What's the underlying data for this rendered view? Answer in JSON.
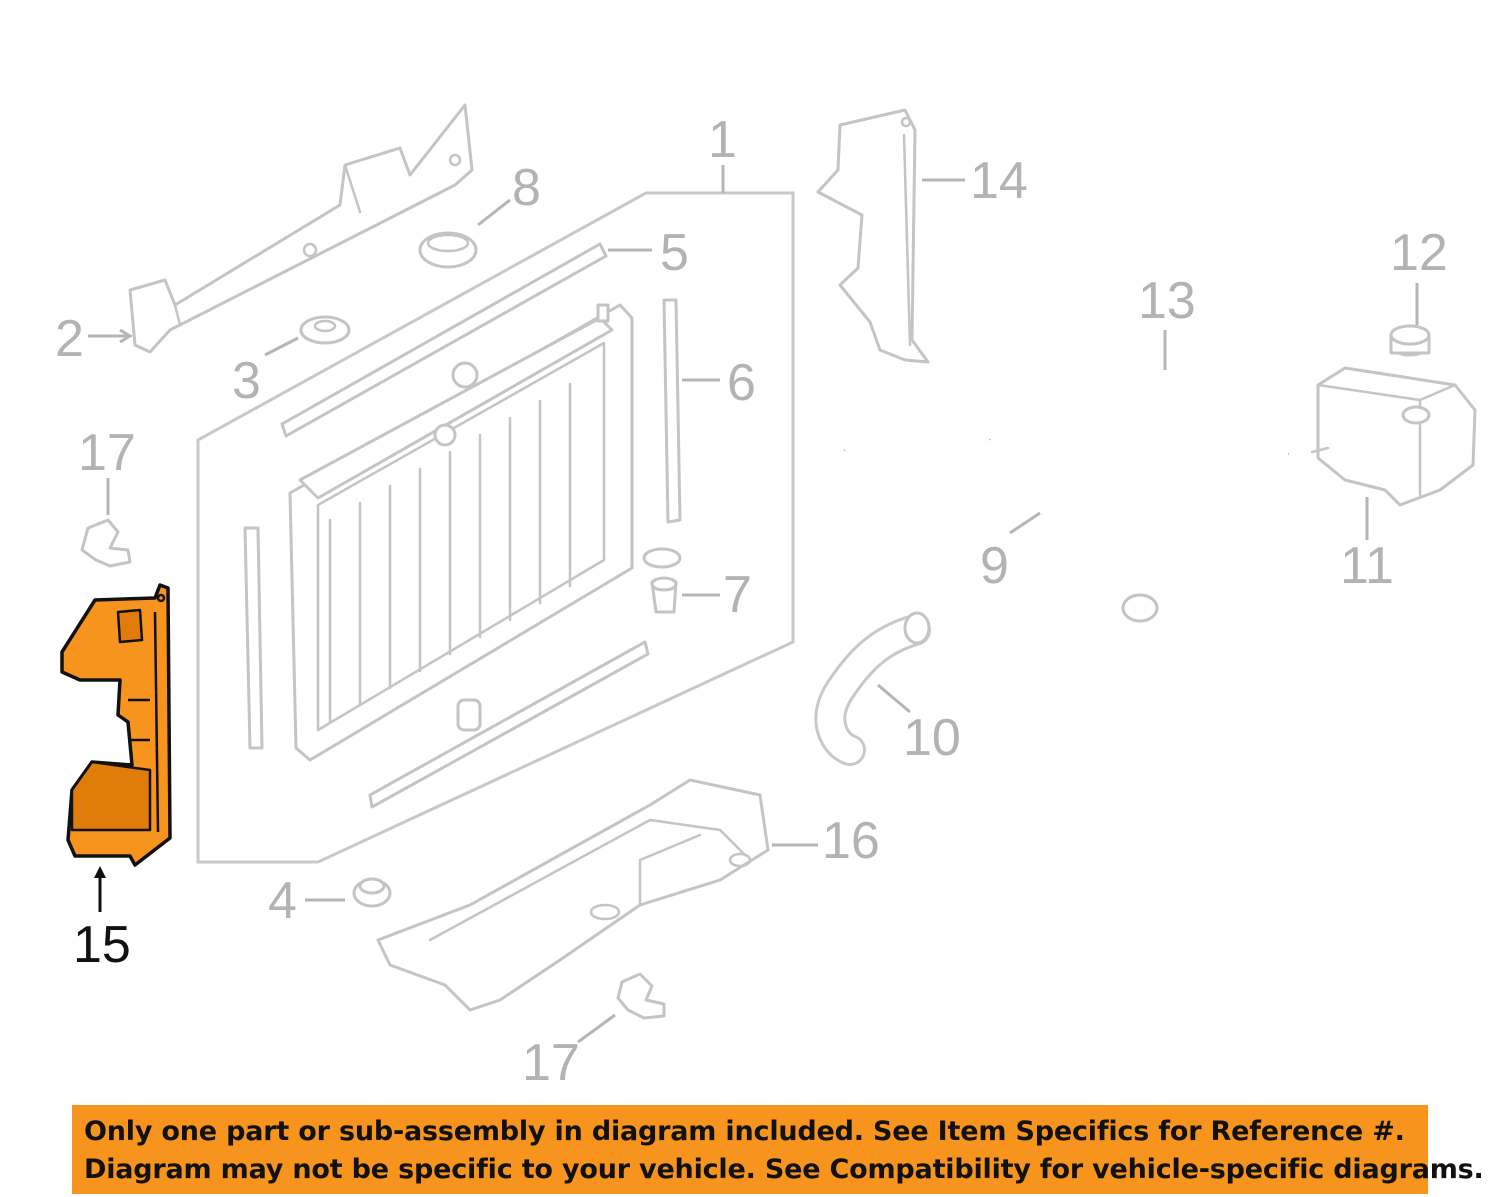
{
  "callouts": {
    "c1": "1",
    "c2": "2",
    "c3": "3",
    "c4": "4",
    "c5": "5",
    "c6": "6",
    "c7": "7",
    "c8": "8",
    "c9": "9",
    "c10": "10",
    "c11": "11",
    "c12": "12",
    "c13": "13",
    "c14": "14",
    "c15": "15",
    "c16": "16",
    "c17a": "17",
    "c17b": "17"
  },
  "highlighted_part": "15",
  "colors": {
    "highlight": "#f7941d",
    "parts": "#c4c4c4",
    "callout_text": "#b3b3b3",
    "highlight_text": "#111111"
  },
  "notice": {
    "line1": "Only one part or sub-assembly in diagram included. See Item Specifics for Reference #.",
    "line2": "Diagram may not be specific to your vehicle. See Compatibility for vehicle-specific diagrams."
  }
}
